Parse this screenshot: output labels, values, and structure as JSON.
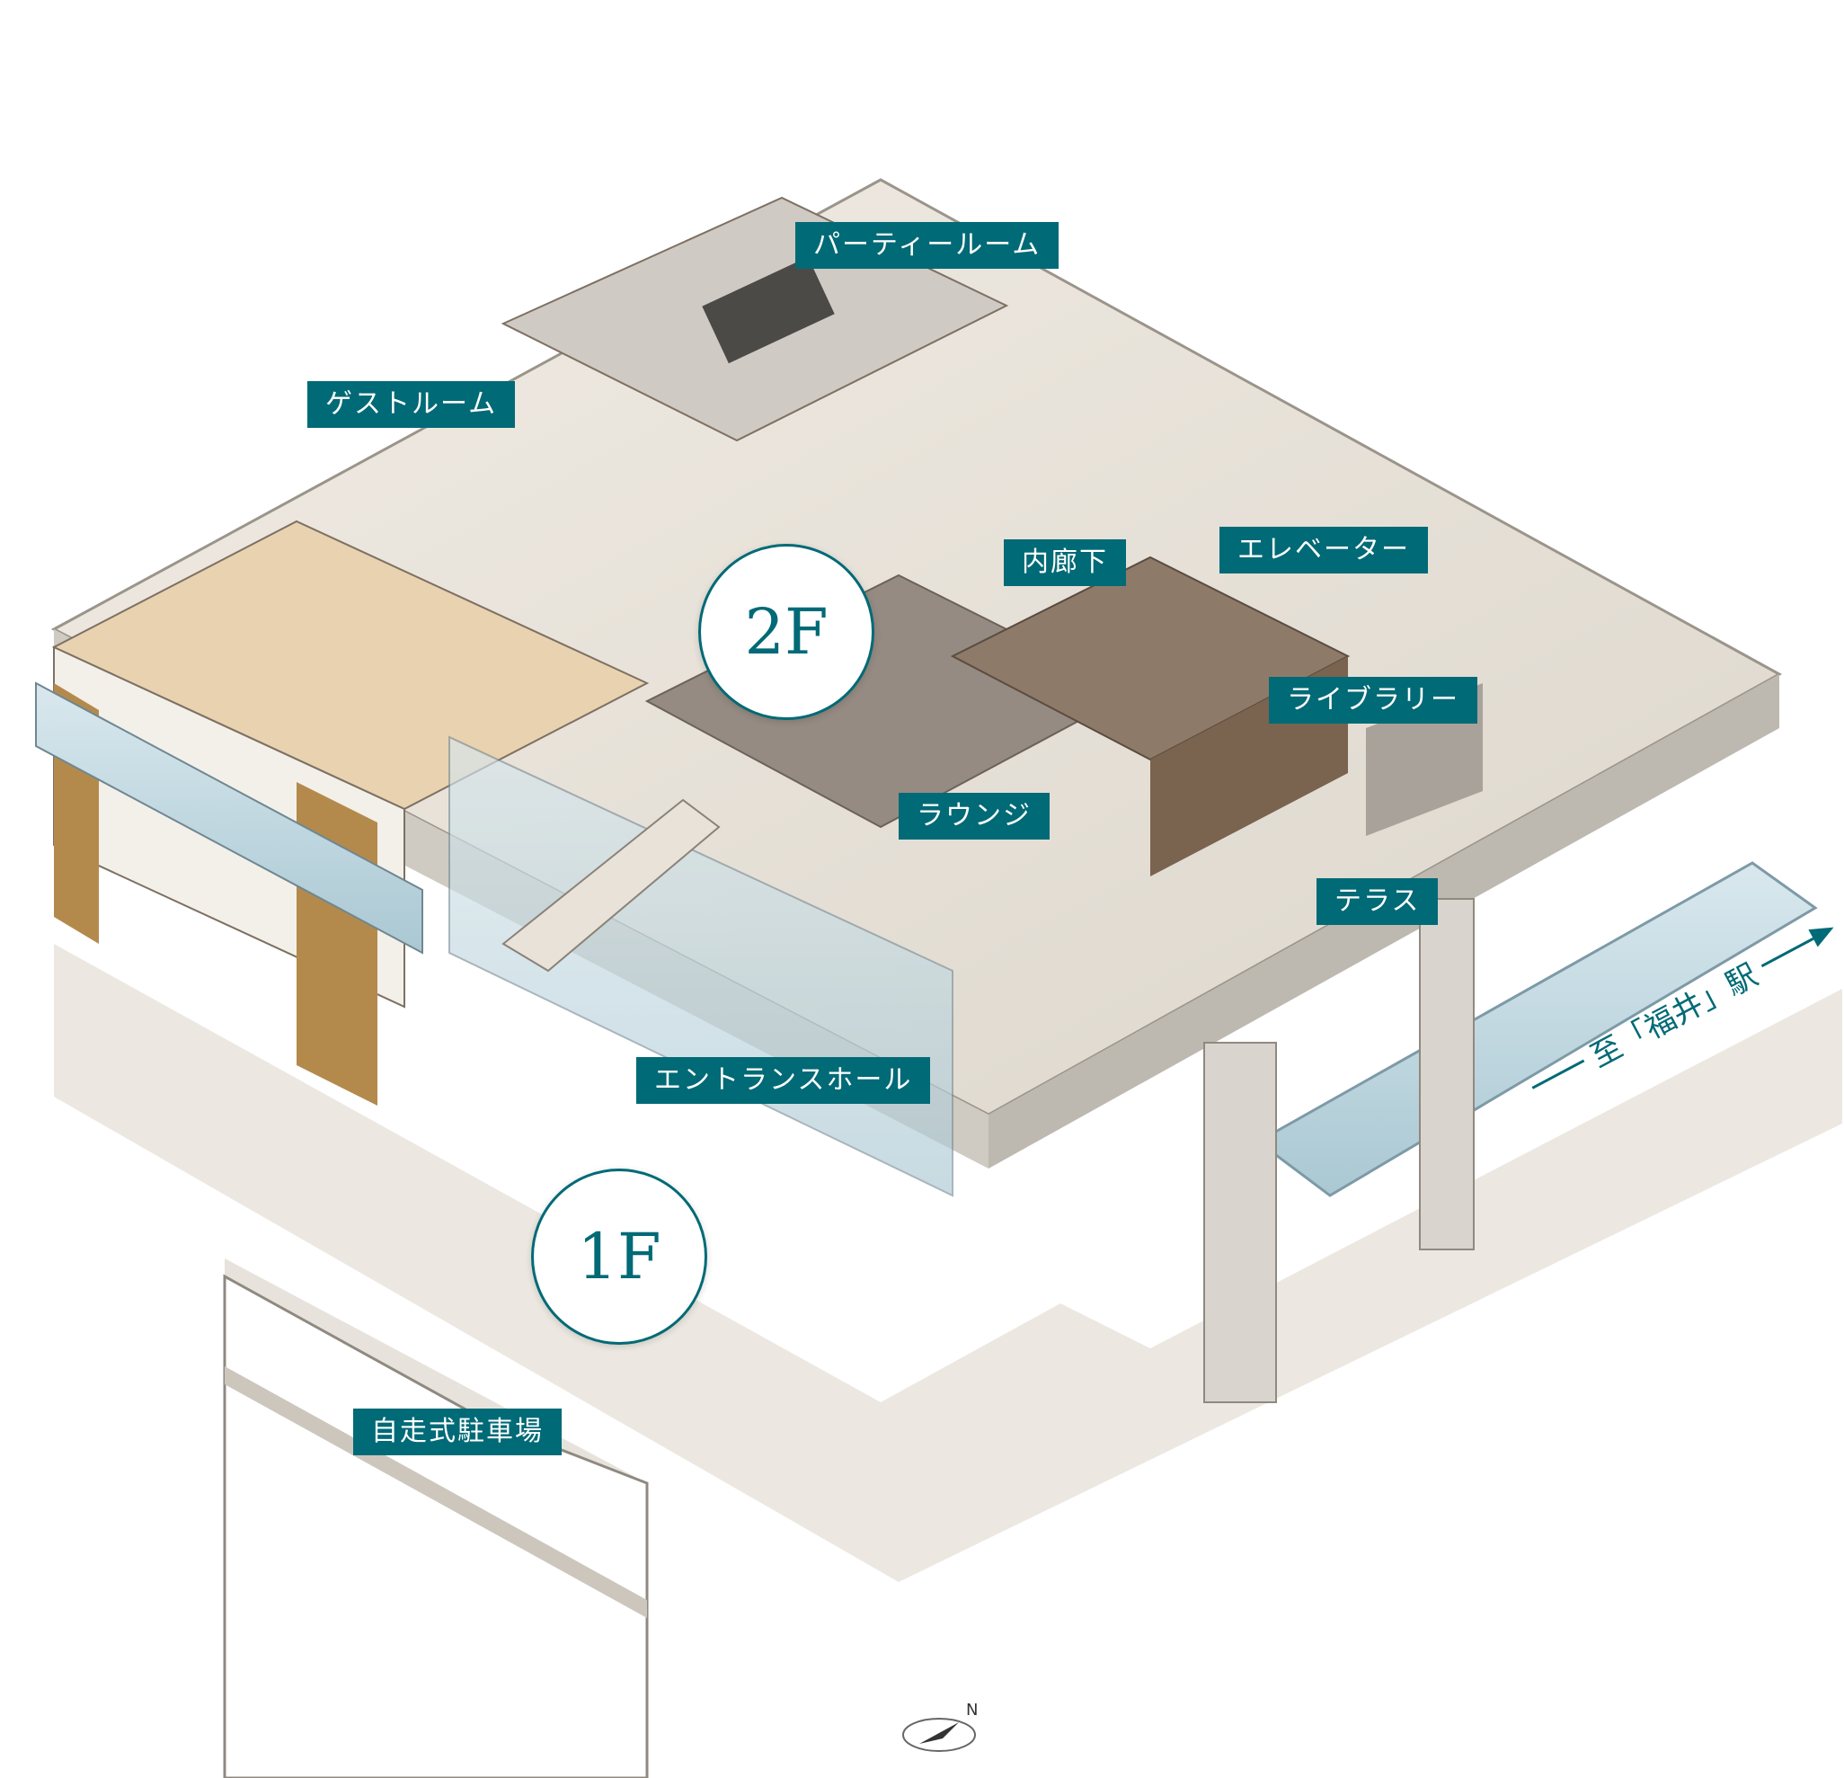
{
  "labels": {
    "party_room": "パーティールーム",
    "guest_room": "ゲストルーム",
    "inner_corridor": "内廊下",
    "elevator": "エレベーター",
    "library": "ライブラリー",
    "lounge": "ラウンジ",
    "terrace": "テラス",
    "entrance_hall": "エントランスホール",
    "parking": "自走式駐車場"
  },
  "floors": {
    "second": "2F",
    "first": "1F"
  },
  "direction": "至「福井」駅",
  "colors": {
    "accent": "#006a76",
    "label_text": "#ffffff"
  },
  "icons": {
    "compass": "north-arrow-icon"
  }
}
